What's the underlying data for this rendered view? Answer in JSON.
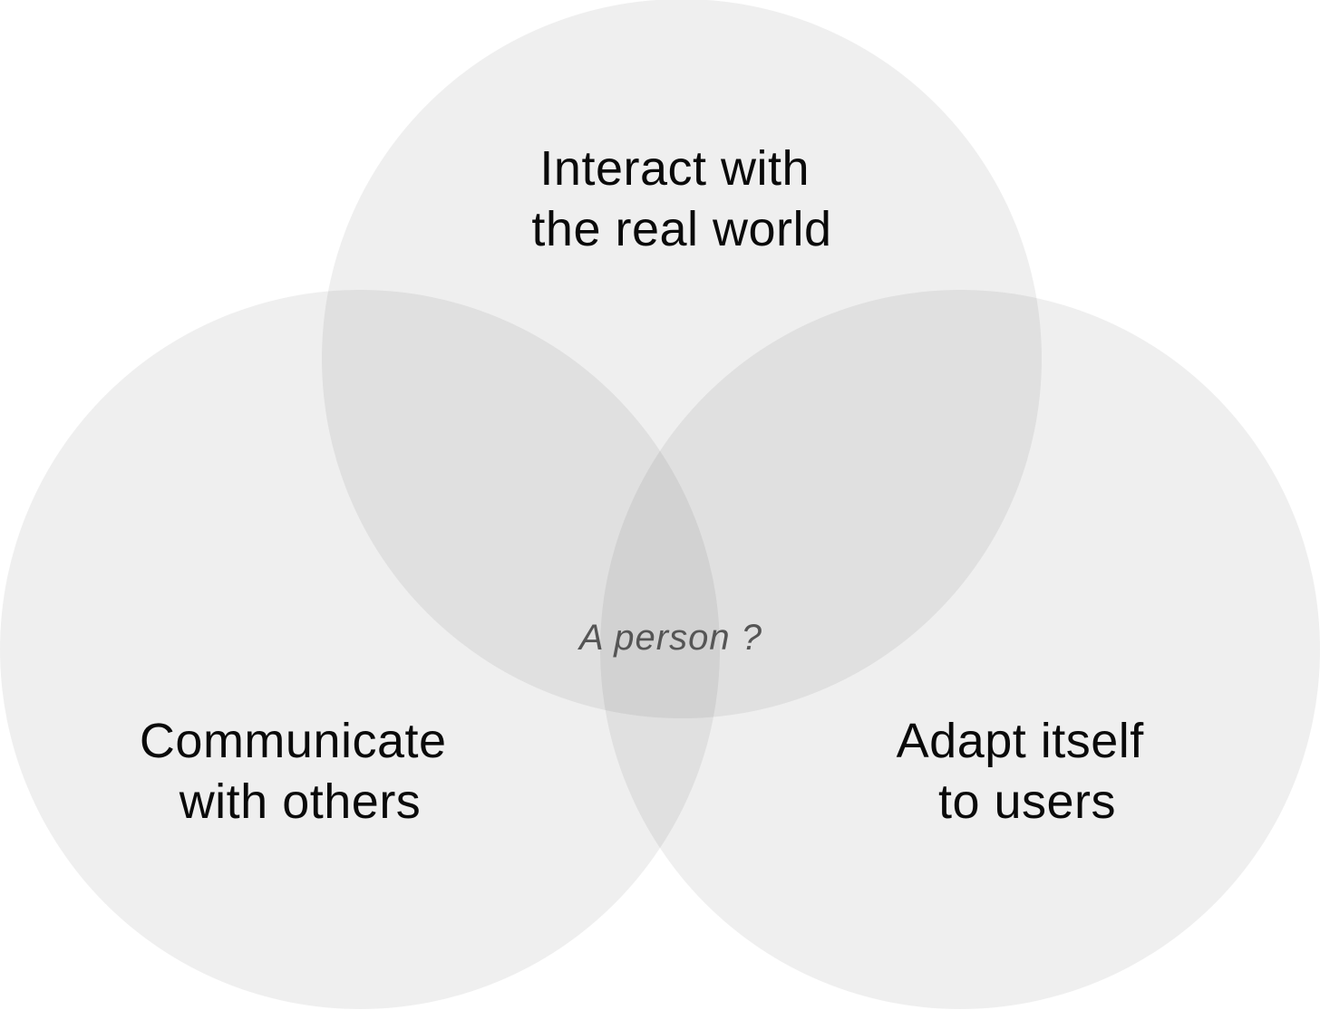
{
  "diagram": {
    "type": "venn",
    "circle_color": "#000000",
    "background_color": "#ffffff",
    "sets": [
      {
        "id": "top",
        "label_lines": [
          "Interact with",
          "the real world"
        ]
      },
      {
        "id": "left",
        "label_lines": [
          "Communicate",
          "with others"
        ]
      },
      {
        "id": "right",
        "label_lines": [
          "Adapt itself",
          "to users"
        ]
      }
    ],
    "intersection_label": "A person ?"
  }
}
